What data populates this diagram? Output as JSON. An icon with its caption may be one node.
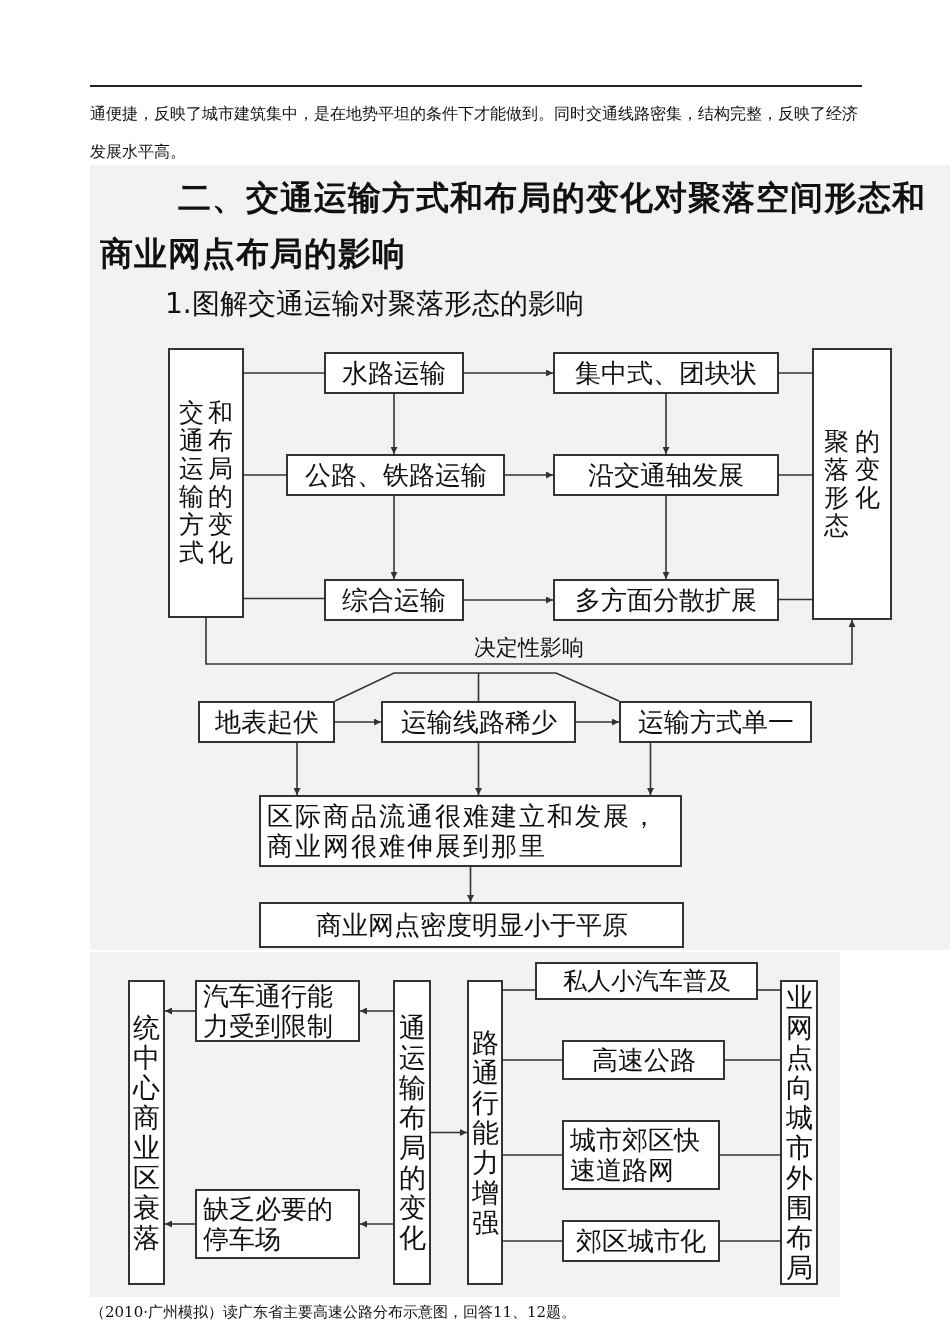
{
  "diagram": {
    "title": "二、交通运输方式和布局的变化对聚落空间形态和商业网点布局的影响",
    "nodes": [
      {
        "text": [
          "交通运输方式",
          "和布局的变化"
        ]
      },
      {
        "text": [
          "水路运输"
        ]
      },
      {
        "text": [
          "公路、铁路运输"
        ]
      },
      {
        "text": [
          "综合运输"
        ]
      },
      {
        "text": [
          "集中式、团块状"
        ]
      },
      {
        "text": [
          "沿交通轴发展"
        ]
      },
      {
        "text": [
          "多方面分散扩展"
        ]
      },
      {
        "text": [
          "聚落形态的变化"
        ]
      },
      {
        "text": [
          "地表起伏"
        ]
      },
      {
        "text": [
          "运输线路稀少"
        ]
      },
      {
        "text": [
          "运输方式单一"
        ]
      },
      {
        "text": [
          "区际商品流通很难建立和发展，商业网很难伸展到那里"
        ]
      },
      {
        "text": [
          "商业网点密度明显小于平原"
        ]
      },
      {
        "text": [
          "统中心商业区衰落"
        ]
      },
      {
        "text": [
          "汽车通行能力受到限制"
        ]
      },
      {
        "text": [
          "缺乏必要的停车场"
        ]
      },
      {
        "text": [
          "通运输布局的变化"
        ]
      },
      {
        "text": [
          "路通行能力增强"
        ]
      },
      {
        "text": [
          "私人小汽车普及"
        ]
      },
      {
        "text": [
          "高速公路"
        ]
      },
      {
        "text": [
          "城市郊区快速道路网"
        ]
      },
      {
        "text": [
          "郊区城市化"
        ]
      },
      {
        "text": [
          "业网点向城市外围布局"
        ]
      }
    ],
    "edges": [
      {
        "from": 0,
        "to": 1,
        "arrow": "none"
      },
      {
        "from": 0,
        "to": 2,
        "arrow": "none"
      },
      {
        "from": 0,
        "to": 3,
        "arrow": "none"
      },
      {
        "from": 1,
        "to": 4,
        "arrow": "to"
      },
      {
        "from": 2,
        "to": 5,
        "arrow": "to"
      },
      {
        "from": 3,
        "to": 6,
        "arrow": "to"
      },
      {
        "from": 1,
        "to": 2,
        "arrow": "to"
      },
      {
        "from": 2,
        "to": 3,
        "arrow": "to"
      },
      {
        "from": 4,
        "to": 5,
        "arrow": "to"
      },
      {
        "from": 5,
        "to": 6,
        "arrow": "to"
      },
      {
        "from": 4,
        "to": 7,
        "arrow": "none"
      },
      {
        "from": 5,
        "to": 7,
        "arrow": "none"
      },
      {
        "from": 6,
        "to": 7,
        "arrow": "none"
      },
      {
        "from": 0,
        "to": 7,
        "arrow": "to",
        "label": "决定性影响"
      },
      {
        "from": null,
        "to": 8,
        "arrow": "none"
      },
      {
        "from": null,
        "to": 9,
        "arrow": "none"
      },
      {
        "from": null,
        "to": 10,
        "arrow": "none"
      },
      {
        "from": 8,
        "to": 9,
        "arrow": "to"
      },
      {
        "from": 9,
        "to": 10,
        "arrow": "to"
      },
      {
        "from": 8,
        "to": 11,
        "arrow": "to"
      },
      {
        "from": 9,
        "to": 11,
        "arrow": "to"
      },
      {
        "from": 10,
        "to": 11,
        "arrow": "to"
      },
      {
        "from": 11,
        "to": 12,
        "arrow": "to"
      },
      {
        "from": 16,
        "to": 14,
        "arrow": "to"
      },
      {
        "from": 14,
        "to": 13,
        "arrow": "to"
      },
      {
        "from": 16,
        "to": 15,
        "arrow": "to"
      },
      {
        "from": 15,
        "to": 13,
        "arrow": "to"
      },
      {
        "from": 16,
        "to": 17,
        "arrow": "to"
      },
      {
        "from": 17,
        "to": 18,
        "arrow": "none"
      },
      {
        "from": 17,
        "to": 19,
        "arrow": "none"
      },
      {
        "from": 17,
        "to": 20,
        "arrow": "none"
      },
      {
        "from": 17,
        "to": 21,
        "arrow": "none"
      },
      {
        "from": 18,
        "to": 22,
        "arrow": "none"
      },
      {
        "from": 19,
        "to": 22,
        "arrow": "none"
      },
      {
        "from": 20,
        "to": 22,
        "arrow": "none"
      },
      {
        "from": 21,
        "to": 22,
        "arrow": "none"
      }
    ],
    "labels": [
      "通便捷，反映了城市建筑集中，是在地势平坦的条件下才能做到。同时交通线路密集，结构完整，反映了经济发展水平高。",
      "1.图解交通运输对聚落形态的影响",
      "（2010·广州模拟）读广东省主要高速公路分布示意图，回答11、12题。"
    ]
  }
}
